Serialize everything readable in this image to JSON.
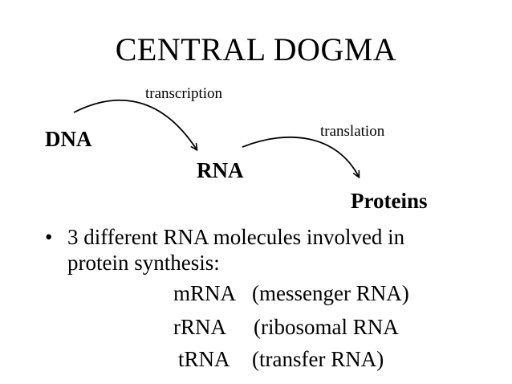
{
  "title": "CENTRAL DOGMA",
  "diagram": {
    "nodes": {
      "dna": "DNA",
      "rna": "RNA",
      "proteins": "Proteins"
    },
    "edges": {
      "transcription": "transcription",
      "translation": "translation"
    }
  },
  "bullet": {
    "marker": "•",
    "line1": "3 different RNA molecules involved in",
    "line2": "protein synthesis:"
  },
  "molecules": [
    {
      "name": "mRNA",
      "description": "(messenger RNA)"
    },
    {
      "name": "rRNA",
      "description": "(ribosomal RNA"
    },
    {
      "name": "tRNA",
      "description": "(transfer RNA)"
    }
  ]
}
